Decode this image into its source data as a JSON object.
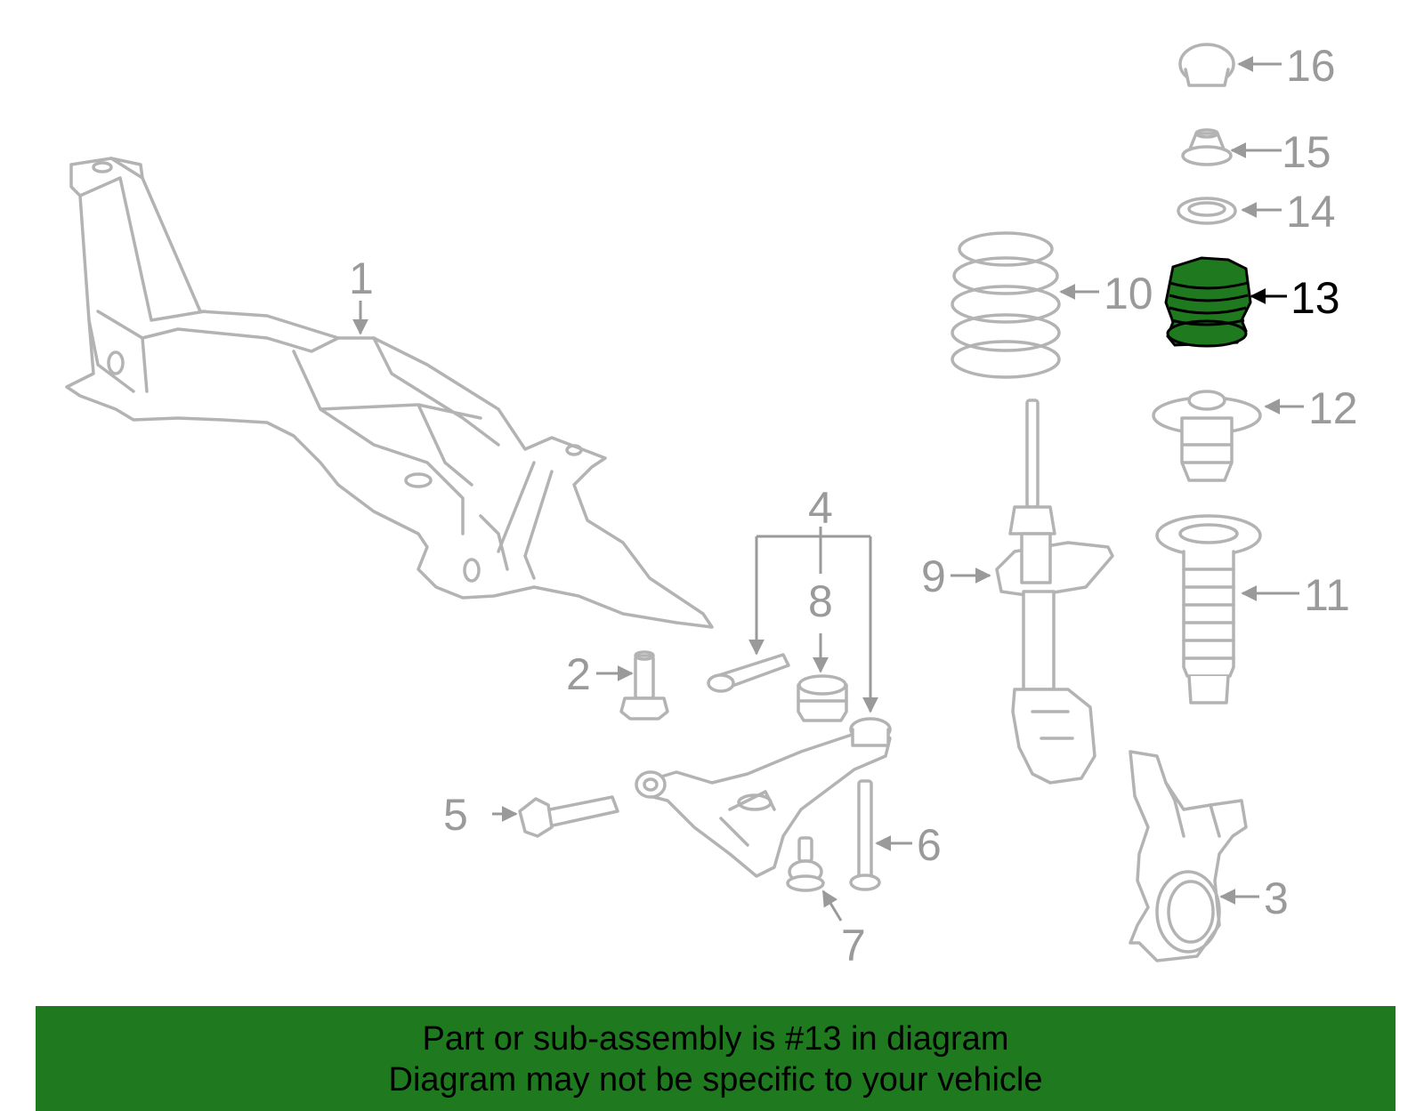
{
  "diagram": {
    "highlight_color": "#1f7a1f",
    "callouts": {
      "c1": "1",
      "c2": "2",
      "c3": "3",
      "c4": "4",
      "c5": "5",
      "c6": "6",
      "c7": "7",
      "c8": "8",
      "c9": "9",
      "c10": "10",
      "c11": "11",
      "c12": "12",
      "c13": "13",
      "c14": "14",
      "c15": "15",
      "c16": "16"
    },
    "highlighted_part": "13"
  },
  "banner": {
    "line1": "Part or sub-assembly is #13 in diagram",
    "line2": "Diagram may not be specific to your vehicle",
    "color": "#1f7a1f"
  }
}
